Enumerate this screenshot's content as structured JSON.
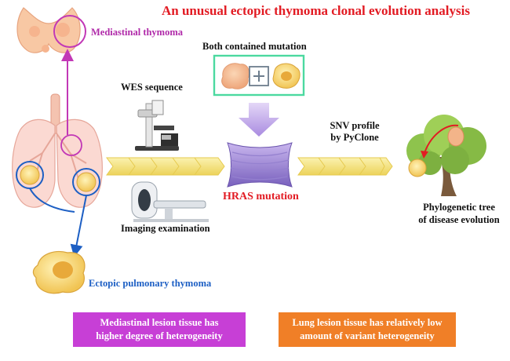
{
  "title": "An unusual ectopic thymoma clonal evolution analysis",
  "labels": {
    "mediastinal": "Mediastinal thymoma",
    "both_mutation": "Both contained mutation",
    "wes": "WES sequence",
    "snv_line1": "SNV profile",
    "snv_line2": "by PyClone",
    "hras": "HRAS mutation",
    "phylo_line1": "Phylogenetic tree",
    "phylo_line2": "of disease evolution",
    "imaging": "Imaging examination",
    "ectopic": "Ectopic pulmonary thymoma"
  },
  "boxes": {
    "mediastinal_line1": "Mediastinal lesion tissue has",
    "mediastinal_line2": "higher degree of heterogeneity",
    "lung_line1": "Lung lesion tissue has relatively low",
    "lung_line2": "amount of variant heterogeneity"
  },
  "colors": {
    "title": "#e21b23",
    "purple": "#b02aa9",
    "blue": "#1d5fc4",
    "box_purple": "#c73fd6",
    "box_orange": "#f07f27",
    "chevron": "#f4e27a",
    "mutation_box_border": "#4cd9a0"
  },
  "icons": [
    "thyroid-icon",
    "lungs-icon",
    "tumor-cell-icon",
    "microscope-icon",
    "ct-scanner-icon",
    "plus-icon",
    "down-arrow-icon",
    "hras-cushion-icon",
    "tree-icon"
  ]
}
